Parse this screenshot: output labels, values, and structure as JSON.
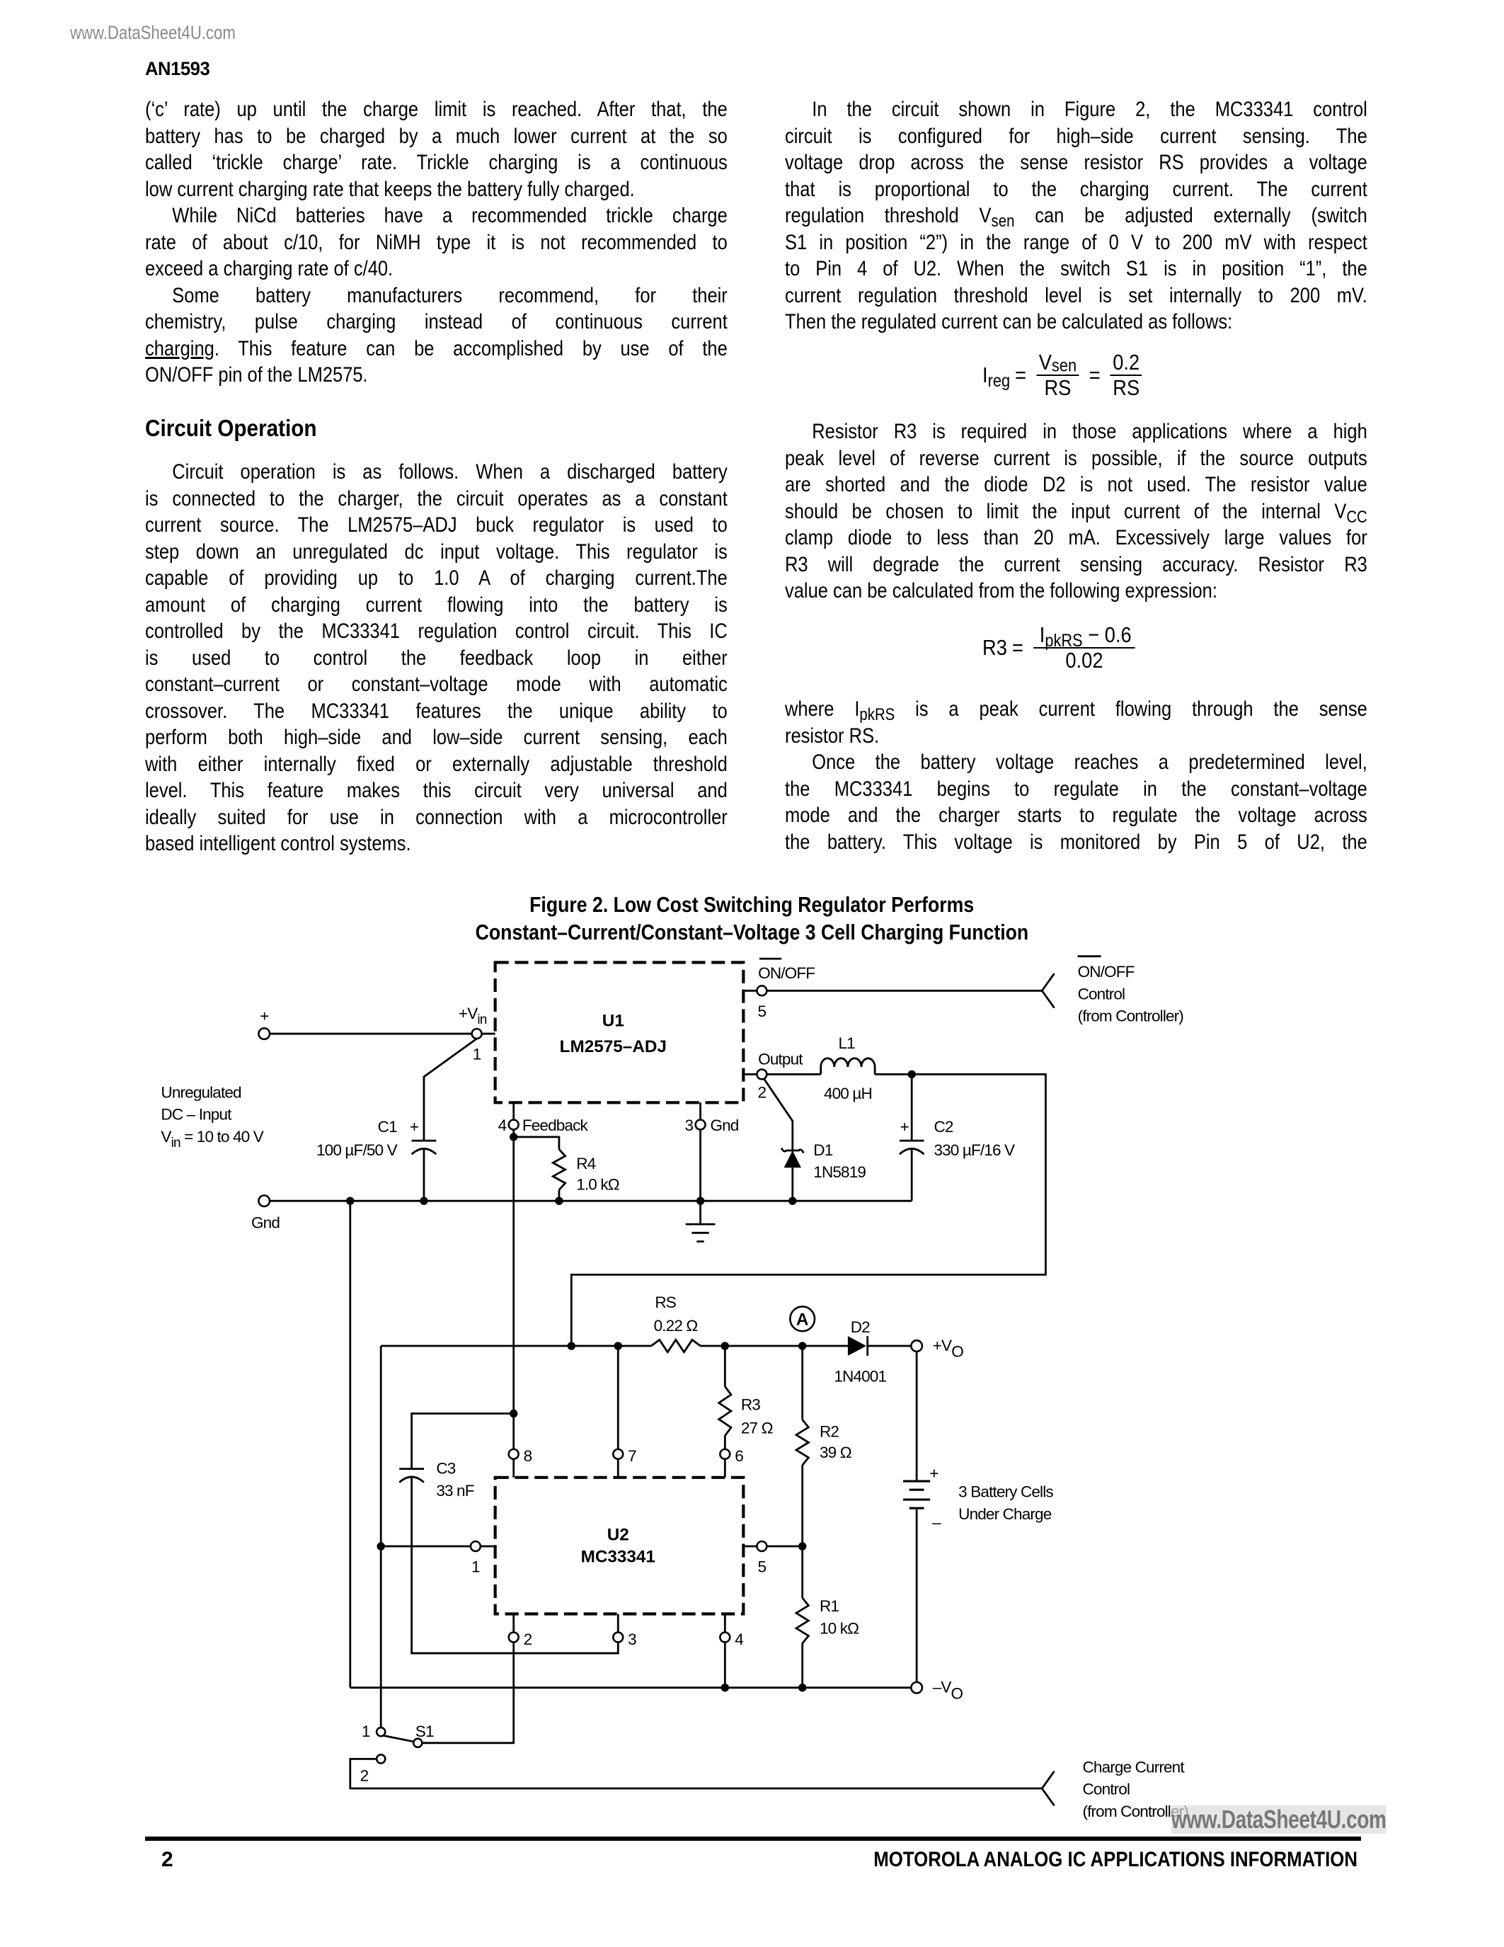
{
  "header": {
    "doc_id": "AN1593",
    "watermark": "www.DataSheet4U.com"
  },
  "left_column": {
    "blocks": [
      {
        "indent": false,
        "lines": [
          "(‘c’ rate) up until the charge limit is reached. After that, the",
          "battery has to be charged by a much lower current at the so",
          "called ‘trickle charge’ rate. Trickle charging is a continuous",
          "low current charging rate that keeps the battery fully charged."
        ]
      },
      {
        "indent": true,
        "lines": [
          "While NiCd batteries have a recommended trickle charge",
          "rate of about c/10, for NiMH type it is not recommended to",
          "exceed a charging rate of c/40."
        ]
      },
      {
        "indent": true,
        "lines": [
          "Some battery manufacturers recommend, for their",
          "chemistry, pulse charging instead of continuous current",
          [
            {
              "u": "charging"
            },
            ". This feature can be accomplished by use of the"
          ],
          "ON/OFF pin of the LM2575."
        ]
      }
    ],
    "heading": "Circuit Operation",
    "blocks2": [
      {
        "indent": true,
        "lines": [
          "Circuit operation is as follows. When a discharged battery",
          "is connected to the charger, the circuit operates as a constant",
          "current source. The LM2575–ADJ buck regulator is used to",
          "step down an unregulated dc input voltage. This regulator is",
          "capable of providing up to 1.0 A of charging current.The",
          "amount of charging current flowing into the battery is",
          "controlled by the MC33341 regulation control circuit. This IC",
          "is used to control the feedback loop in either",
          "constant–current or constant–voltage mode with automatic",
          "crossover. The MC33341 features the unique ability to",
          "perform both high–side and low–side current sensing, each",
          "with either internally fixed or externally adjustable threshold",
          "level. This feature makes this circuit very universal and",
          "ideally suited for use in connection with a microcontroller",
          "based intelligent control systems."
        ]
      }
    ]
  },
  "right_column": {
    "blocks": [
      {
        "indent": true,
        "lines": [
          "In the circuit shown in Figure 2, the MC33341 control",
          "circuit is configured for high–side current sensing. The",
          "voltage drop across the sense resistor RS provides a voltage",
          "that is proportional to the charging current. The current",
          [
            "regulation threshold V",
            {
              "sub": "sen"
            },
            " can be adjusted externally (switch"
          ],
          "S1 in position “2”) in the range of 0 V to 200 mV with respect",
          "to Pin 4 of U2. When the switch S1 is in position “1”, the",
          "current regulation threshold level is set internally to 200 mV.",
          "Then the regulated current can be calculated as follows:"
        ]
      }
    ],
    "equation1": {
      "lhs": "I",
      "lhs_sub": "reg",
      "eq": "=",
      "num1": "V",
      "num1_sub": "sen",
      "den1": "RS",
      "eq2": "=",
      "num2": "0.2",
      "den2": "RS"
    },
    "blocks2": [
      {
        "indent": true,
        "lines": [
          "Resistor R3 is required in those applications where a high",
          "peak level of reverse current is possible, if the source outputs",
          "are shorted and the diode D2 is not used. The resistor value",
          [
            "should be chosen to limit the input current of the internal V",
            {
              "sub": "CC"
            }
          ],
          "clamp diode to less than 20 mA. Excessively large values for",
          "R3 will degrade the current sensing accuracy. Resistor R3",
          "value can be calculated from the following expression:"
        ]
      }
    ],
    "equation2": {
      "lhs": "R3",
      "eq": "=",
      "num": "I",
      "num_sub": "pkRS",
      "num_rest": " − 0.6",
      "den": "0.02"
    },
    "blocks3": [
      {
        "indent": false,
        "lines": [
          [
            "where I",
            {
              "sub": "pkRS"
            },
            " is a peak current flowing through the sense"
          ],
          "resistor RS."
        ]
      },
      {
        "indent": true,
        "continues": true,
        "lines": [
          "Once the battery voltage reaches a predetermined level,",
          "the MC33341 begins to regulate in the constant–voltage",
          "mode and the charger starts to regulate the voltage across",
          "the battery. This voltage is monitored by Pin 5 of U2, the"
        ]
      }
    ]
  },
  "figure": {
    "caption_line1": "Figure 2. Low Cost Switching Regulator Performs",
    "caption_line2": "Constant–Current/Constant–Voltage 3 Cell Charging Function"
  },
  "circuit": {
    "input_plus": "+",
    "vin_pin_v": "+V",
    "vin_pin_sub": "in",
    "pin1": "1",
    "u1_ref": "U1",
    "u1_part": "LM2575–ADJ",
    "input_l1": "Unregulated",
    "input_l2": "DC – Input",
    "input_l3_v": "V",
    "input_l3_sub": "in",
    "input_l3_rest": " = 10 to 40 V",
    "gnd_terminal": "Gnd",
    "c1_ref": "C1",
    "c1_plus": "+",
    "c1_value": "100 µF/50 V",
    "pin4": "4",
    "feedback": "Feedback",
    "r4_ref": "R4",
    "r4_value": "1.0 kΩ",
    "pin3": "3",
    "gnd_pin": "Gnd",
    "onoff_pin": "ON/OFF",
    "pin5": "5",
    "output_pin": "Output",
    "pin2": "2",
    "l1_ref": "L1",
    "l1_value": "400 µH",
    "d1_ref": "D1",
    "d1_part": "1N5819",
    "c2_plus": "+",
    "c2_ref": "C2",
    "c2_value": "330 µF/16 V",
    "onoff_ctrl_l1": "ON/OFF",
    "onoff_ctrl_l2": "Control",
    "onoff_ctrl_l3": "(from Controller)",
    "rs_ref": "RS",
    "rs_value": "0.22 Ω",
    "ammeter": "A",
    "d2_ref": "D2",
    "d2_part": "1N4001",
    "vo_plus_v": "+V",
    "vo_plus_sub": "O",
    "r3_ref": "R3",
    "r3_value": "27 Ω",
    "u2_pin8": "8",
    "u2_pin7": "7",
    "u2_pin6": "6",
    "c3_ref": "C3",
    "c3_value": "33 nF",
    "u2_ref": "U2",
    "u2_part": "MC33341",
    "u2_pin1": "1",
    "u2_pin5": "5",
    "r2_ref": "R2",
    "r2_value": "39 Ω",
    "bat_plus": "+",
    "bat_minus": "–",
    "bat_l1": "3 Battery Cells",
    "bat_l2": "Under Charge",
    "r1_ref": "R1",
    "r1_value": "10 kΩ",
    "u2_pin2": "2",
    "u2_pin3": "3",
    "u2_pin4": "4",
    "vo_minus_v": "–V",
    "vo_minus_sub": "O",
    "s1_pos1": "1",
    "s1_ref": "S1",
    "s1_pos2": "2",
    "ccc_l1": "Charge Current",
    "ccc_l2": "Control",
    "ccc_l3": "(from Controller)"
  },
  "footer": {
    "page_number": "2",
    "title": "MOTOROLA ANALOG IC APPLICATIONS INFORMATION",
    "watermark": "www.DataSheet4U.com"
  }
}
